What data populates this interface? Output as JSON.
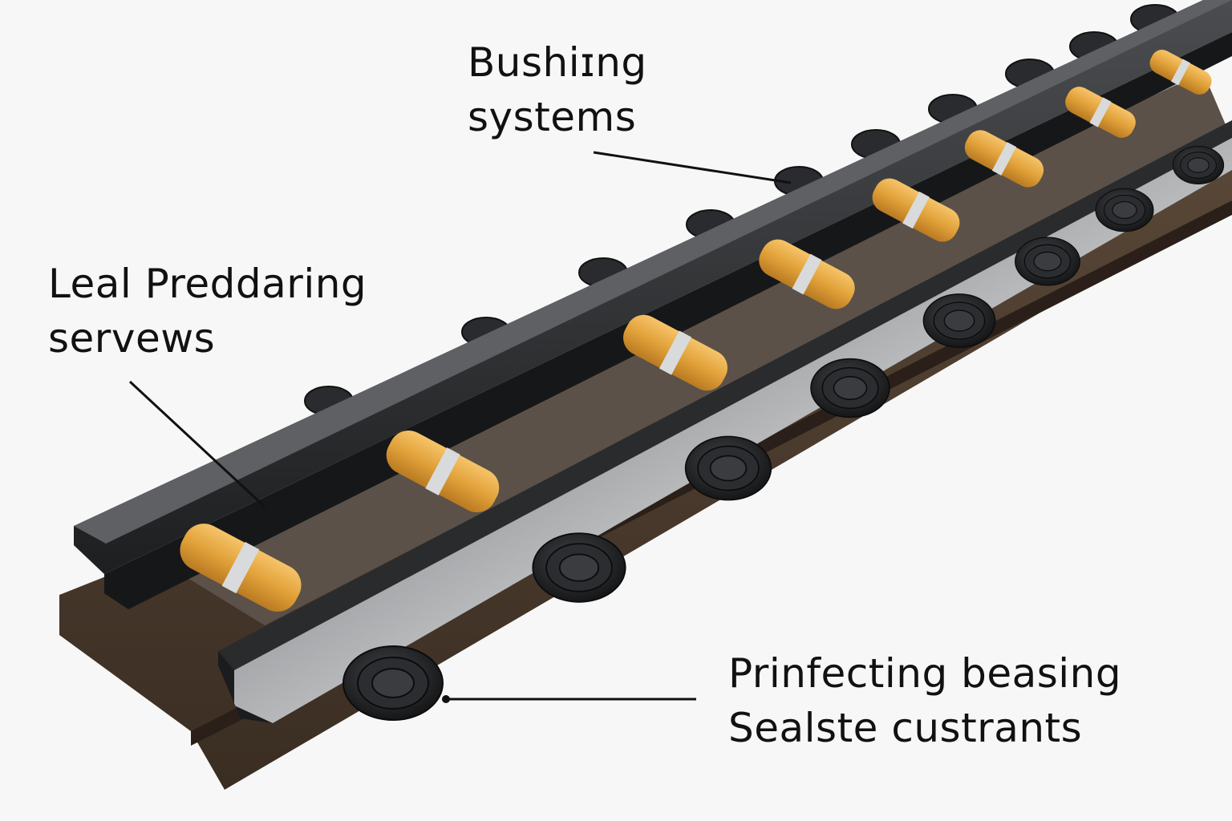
{
  "callouts": {
    "bushing": {
      "line1": "Bushiɪng",
      "line2": "systems"
    },
    "preddaring": {
      "line1": "Leal Preddaring",
      "line2": "servews"
    },
    "beasing": {
      "line1": "Prinfecting beasing",
      "line2": "Sealste custrants"
    }
  },
  "colors": {
    "background": "#f7f7f7",
    "rail": "#2b2c2e",
    "steel_bar": "#9a9c9f",
    "base_plate": "#4a3b2e",
    "bushing": "#e3a53c",
    "bushing_band": "#d9dadb",
    "seal": "#1f2022",
    "leader_line": "#111111"
  }
}
